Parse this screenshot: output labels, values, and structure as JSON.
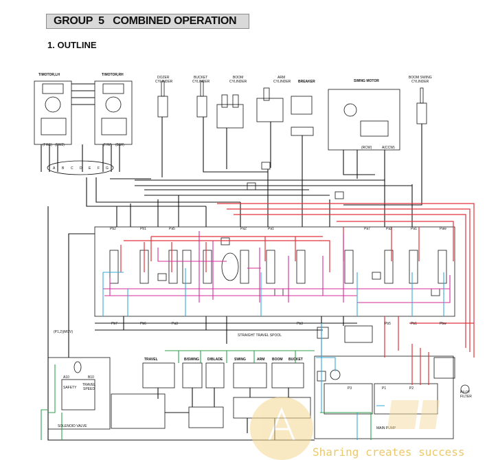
{
  "header": {
    "group_title": "GROUP  5   COMBINED OPERATION",
    "section_title": "1. OUTLINE"
  },
  "components": {
    "travel_motor_lh": "T/MOTOR,LH",
    "travel_motor_rh": "T/MOTOR,RH",
    "dozer_cylinder": [
      "DOZER",
      "CYLINDER"
    ],
    "bucket_cylinder": [
      "BUCKET",
      "CYLINDER"
    ],
    "boom_cylinder": [
      "BOOM",
      "CYLINDER"
    ],
    "arm_cylinder": [
      "ARM",
      "CYLINDER"
    ],
    "breaker": "BREAKER",
    "swing_motor": "SWING MOTOR",
    "boom_swing_cylinder": [
      "BOOM SWING",
      "CYLINDER"
    ],
    "main_pump": "MAIN PUMP",
    "solenoid_valve": "SOLENOID VALVE",
    "pilot_filter": [
      "PILOT",
      "FILTER"
    ],
    "straight_travel_spool": "STRAIGHT TRAVEL SPOOL",
    "safety": "SAFETY",
    "travel_speed": [
      "TRAVEL",
      "SPEED"
    ]
  },
  "rcv_groups": [
    "TRAVEL",
    "B/SWING",
    "D/BLADE",
    "SWING",
    "ARM",
    "BOOM",
    "BUCKET"
  ],
  "port_labels": {
    "swivel_ports": [
      "A",
      "B",
      "C",
      "D",
      "E",
      "F",
      "G"
    ],
    "upper_ports": [
      "Pb2",
      "Pb1",
      "Pa5",
      "Pa2",
      "Pa1",
      "Pa7",
      "Pa2",
      "Pa1",
      "Paw"
    ],
    "lower_ports": [
      "Pb7",
      "Pb6",
      "Pa3",
      "Pb3",
      "Pb5",
      "Pb1",
      "Pbw"
    ],
    "misc": [
      "(P1,2)(MCV)",
      "A10",
      "B10",
      "(FW1)",
      "(FW2)",
      "(F/W)",
      "(B/W)",
      "P3",
      "P1",
      "P2",
      "(RCW)",
      "A(CCW)"
    ]
  },
  "colors": {
    "red_line": "#e0313a",
    "magenta_line": "#d52a9a",
    "cyan_line": "#35a9d9",
    "green_line": "#2fa24a",
    "black_line": "#111111"
  },
  "watermark": {
    "text": "Sharing creates success"
  }
}
